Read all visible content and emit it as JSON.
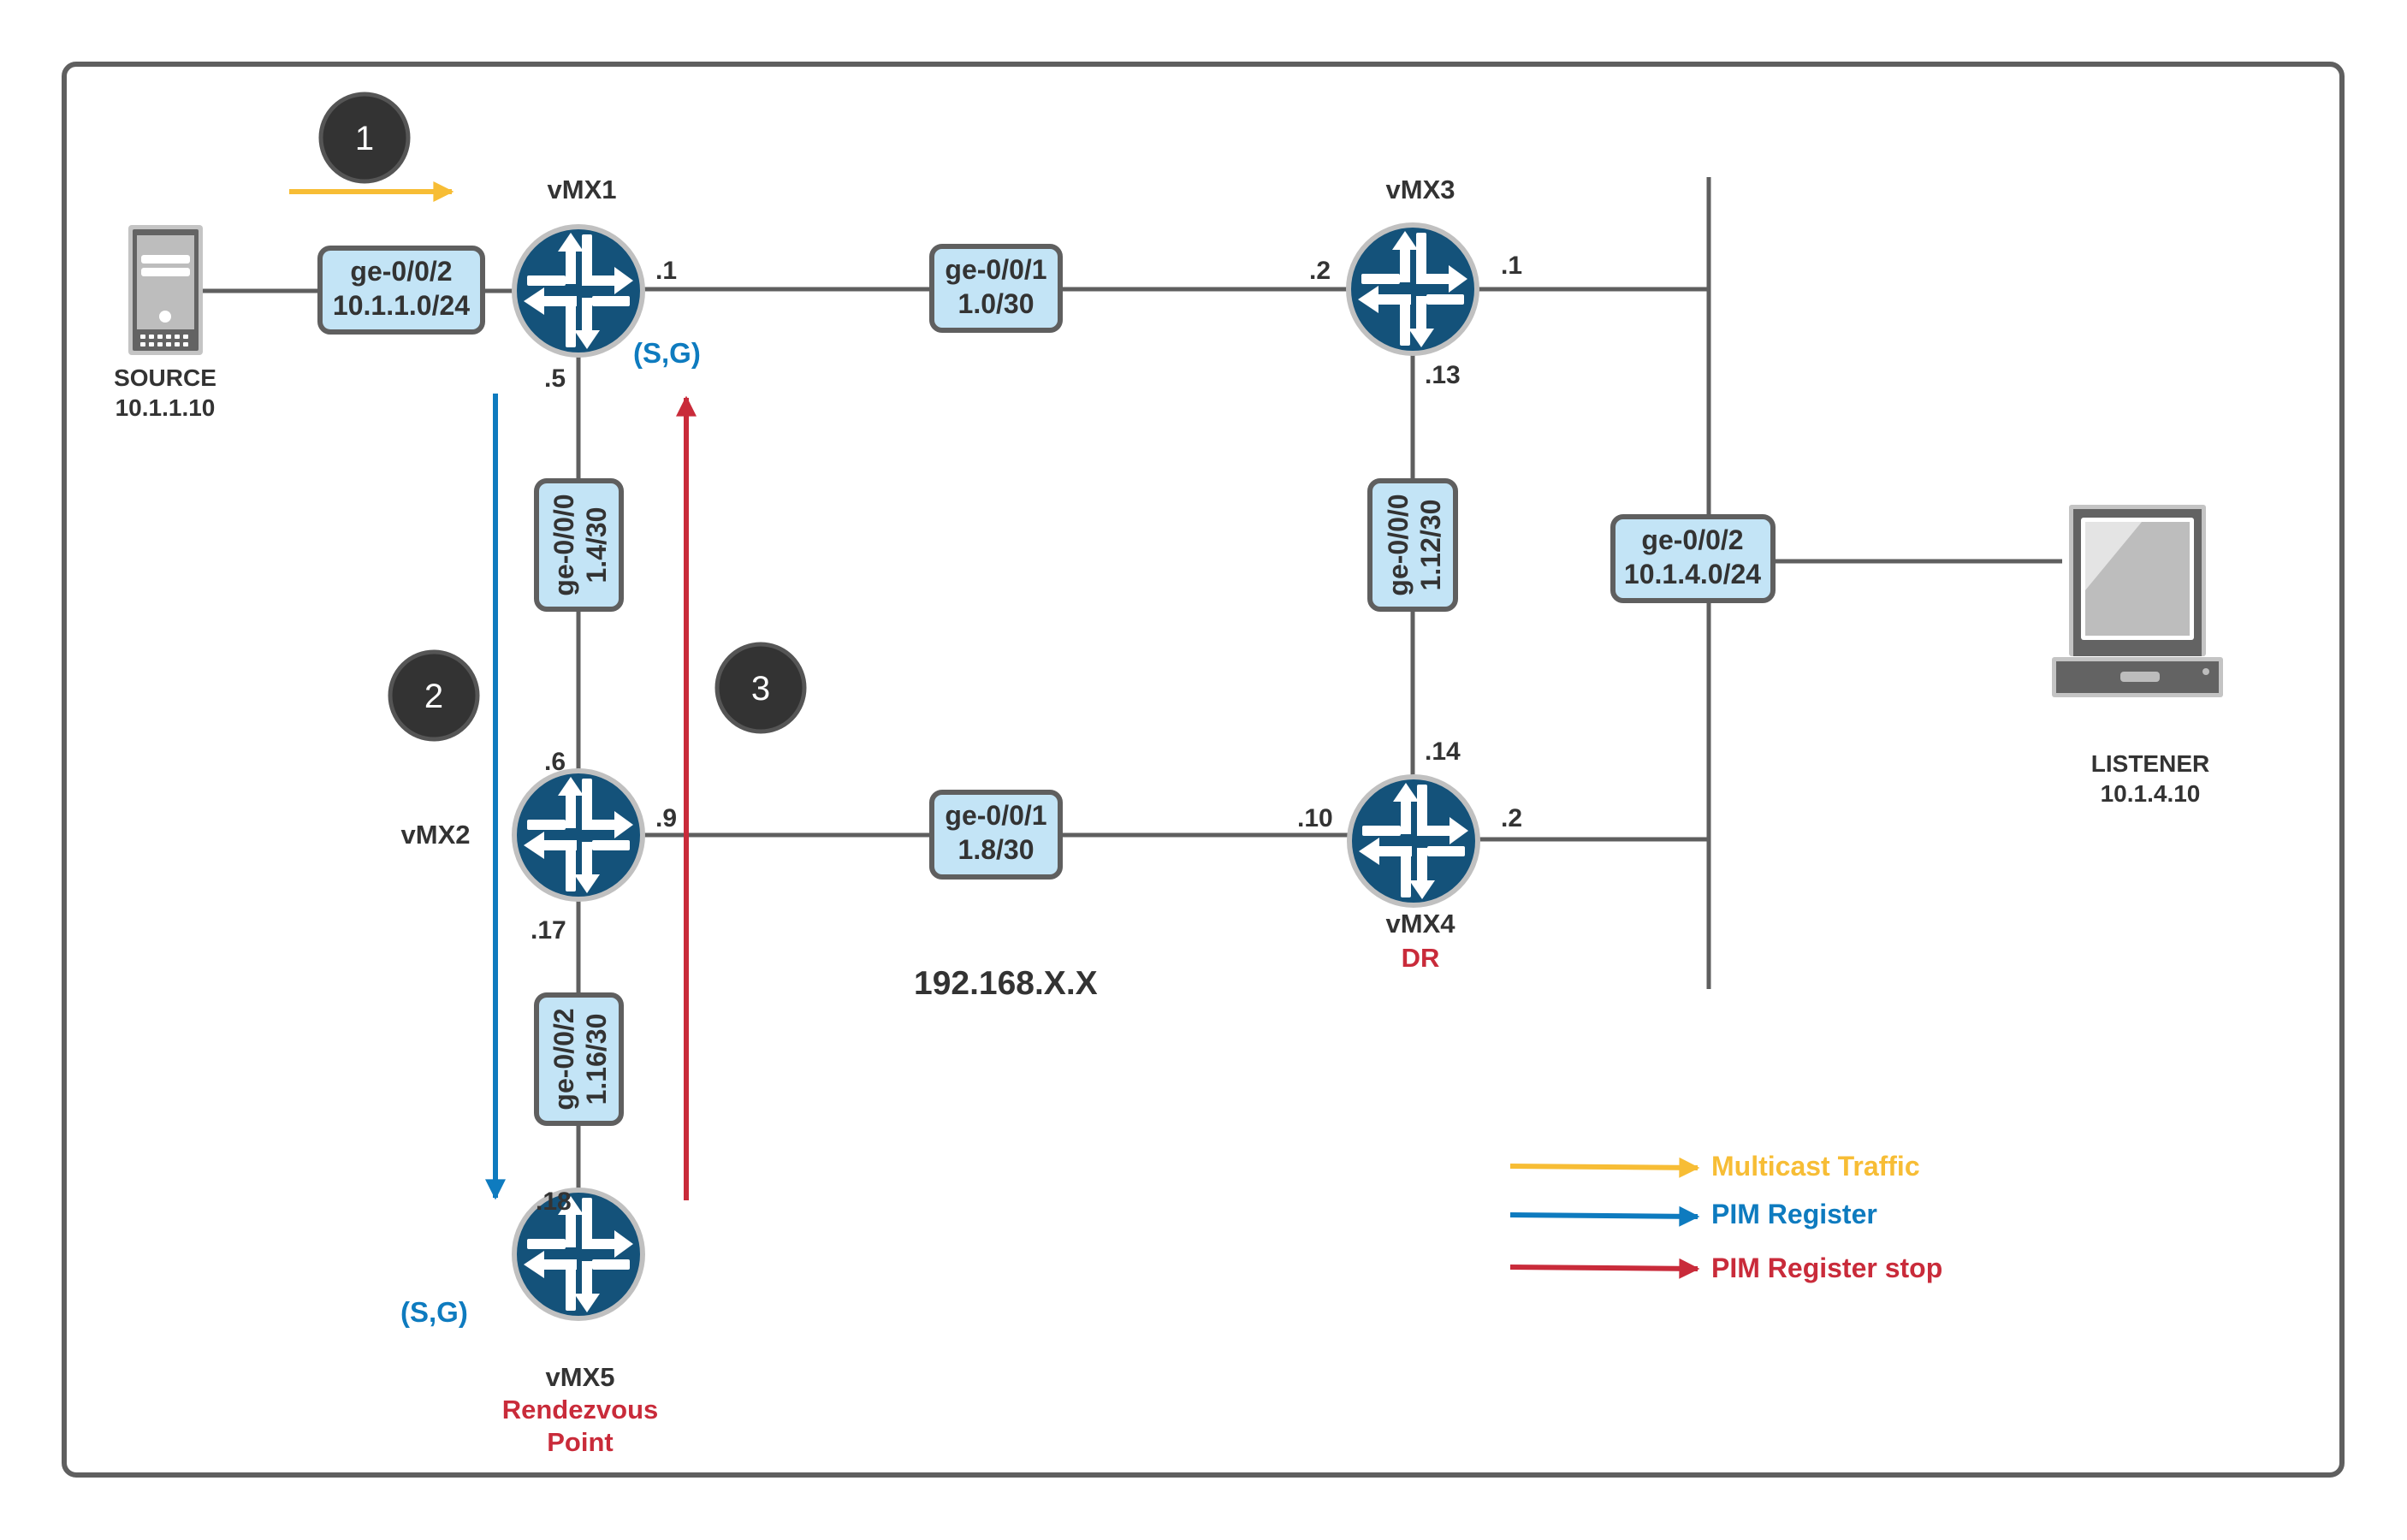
{
  "diagram": {
    "network_label": "192.168.X.X",
    "colors": {
      "router_fill": "#14527a",
      "router_ring": "#c0c0c0",
      "link": "#5f5f5f",
      "label_box_fill": "#c3e4f6",
      "multicast": "#f7bd35",
      "pim_register": "#0e7bbf",
      "pim_register_stop": "#c92b3a",
      "role_text": "#c92b3a",
      "step_fill": "#333333"
    },
    "hosts": {
      "source": {
        "name": "SOURCE",
        "ip": "10.1.1.10",
        "icon": "server-icon"
      },
      "listener": {
        "name": "LISTENER",
        "ip": "10.1.4.10",
        "icon": "laptop-icon"
      }
    },
    "routers": {
      "vmx1": {
        "name": "vMX1",
        "role": ""
      },
      "vmx2": {
        "name": "vMX2",
        "role": ""
      },
      "vmx3": {
        "name": "vMX3",
        "role": ""
      },
      "vmx4": {
        "name": "vMX4",
        "role": "DR"
      },
      "vmx5": {
        "name": "vMX5",
        "role_line1": "Rendezvous",
        "role_line2": "Point"
      }
    },
    "links": {
      "source_vmx1": {
        "interface": "ge-0/0/2",
        "subnet": "10.1.1.0/24"
      },
      "vmx1_vmx3": {
        "interface": "ge-0/0/1",
        "subnet": "1.0/30",
        "a_end": ".1",
        "b_end": ".2"
      },
      "vmx1_vmx2": {
        "interface": "ge-0/0/0",
        "subnet": "1.4/30",
        "a_end": ".5",
        "b_end": ".6"
      },
      "vmx3_vmx4": {
        "interface": "ge-0/0/0",
        "subnet": "1.12/30",
        "a_end": ".13",
        "b_end": ".14"
      },
      "vmx2_vmx4": {
        "interface": "ge-0/0/1",
        "subnet": "1.8/30",
        "a_end": ".9",
        "b_end": ".10"
      },
      "vmx2_vmx5": {
        "interface": "ge-0/0/2",
        "subnet": "1.16/30",
        "a_end": ".17",
        "b_end": ".18"
      },
      "lan_listener": {
        "interface": "ge-0/0/2",
        "subnet": "10.1.4.0/24",
        "vmx3_end": ".1",
        "vmx4_end": ".2"
      }
    },
    "annotations": {
      "sg_vmx1": "(S,G)",
      "sg_vmx5": "(S,G)"
    },
    "steps": [
      "1",
      "2",
      "3"
    ],
    "legend": [
      {
        "label": "Multicast Traffic",
        "color": "#f7bd35"
      },
      {
        "label": "PIM Register",
        "color": "#0e7bbf"
      },
      {
        "label": "PIM Register stop",
        "color": "#c92b3a"
      }
    ]
  }
}
